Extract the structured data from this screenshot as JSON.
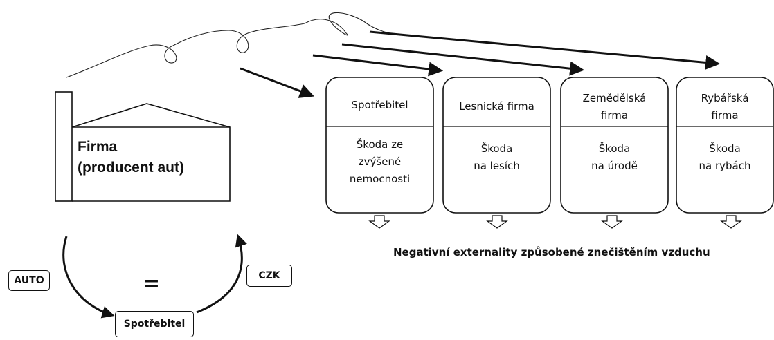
{
  "factory": {
    "name": "Firma",
    "subtitle": "(producent aut)"
  },
  "affected_parties": [
    {
      "title": "Spotřebitel",
      "damage_line1": "Škoda ze",
      "damage_line2": "zvýšené",
      "damage_line3": "nemocnosti"
    },
    {
      "title": "Lesnická firma",
      "damage_line1": "Škoda",
      "damage_line2": "na lesích"
    },
    {
      "title_line1": "Zemědělská",
      "title_line2": "firma",
      "damage_line1": "Škoda",
      "damage_line2": "na úrodě"
    },
    {
      "title_line1": "Rybářská",
      "title_line2": "firma",
      "damage_line1": "Škoda",
      "damage_line2": "na rybách"
    }
  ],
  "caption": "Negativní externality způsobené znečištěním vzduchu",
  "exchange": {
    "goods": "AUTO",
    "money": "CZK",
    "equals": "=",
    "consumer": "Spotřebitel"
  }
}
